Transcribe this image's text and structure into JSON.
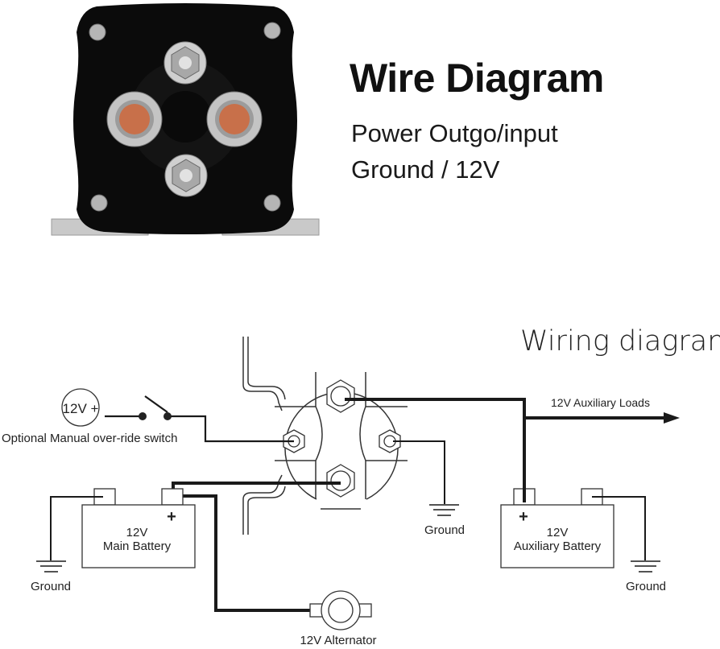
{
  "header": {
    "title": "Wire Diagram",
    "subtitle_line1": "Power Outgo/input",
    "subtitle_line2": "Ground / 12V"
  },
  "photo": {
    "subject": "solenoid-product-photo",
    "colors": {
      "body": "#0b0b0b",
      "copper": "#c8704a",
      "steel": "#bfbfbf",
      "bracket": "#c9c9c9"
    }
  },
  "diagram": {
    "title": "Wiring diagram",
    "labels": {
      "source": "12V +",
      "switch": "Optional Manual over-ride switch",
      "aux_loads": "12V Auxiliary Loads",
      "main_battery_voltage": "12V",
      "main_battery_name": "Main Battery",
      "aux_battery_voltage": "12V",
      "aux_battery_name": "Auxiliary Battery",
      "ground_left": "Ground",
      "ground_center": "Ground",
      "ground_right": "Ground",
      "alternator": "12V Alternator",
      "plus_main": "+",
      "plus_aux": "+"
    },
    "colors": {
      "wire": "#1a1a1a",
      "outline": "#333333"
    }
  }
}
